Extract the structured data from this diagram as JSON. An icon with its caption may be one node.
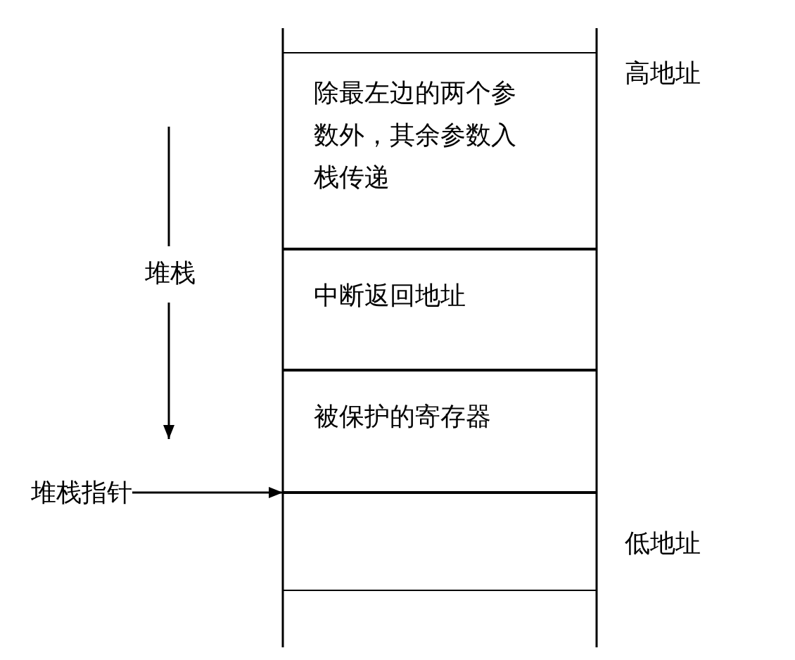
{
  "diagram": {
    "nodes": [
      {
        "text": [
          "除最左边的两个参数外，其余参数入栈传递"
        ]
      },
      {
        "text": [
          "中断返回地址"
        ]
      },
      {
        "text": [
          "被保护的寄存器"
        ]
      },
      {
        "text": [],
        "shape": "box"
      },
      {
        "text": [
          "堆栈指针"
        ]
      }
    ],
    "edges": [
      {
        "from": 4,
        "to": 3,
        "arrow": "to"
      }
    ],
    "labels": [
      "高地址",
      "堆栈",
      "低地址"
    ]
  }
}
